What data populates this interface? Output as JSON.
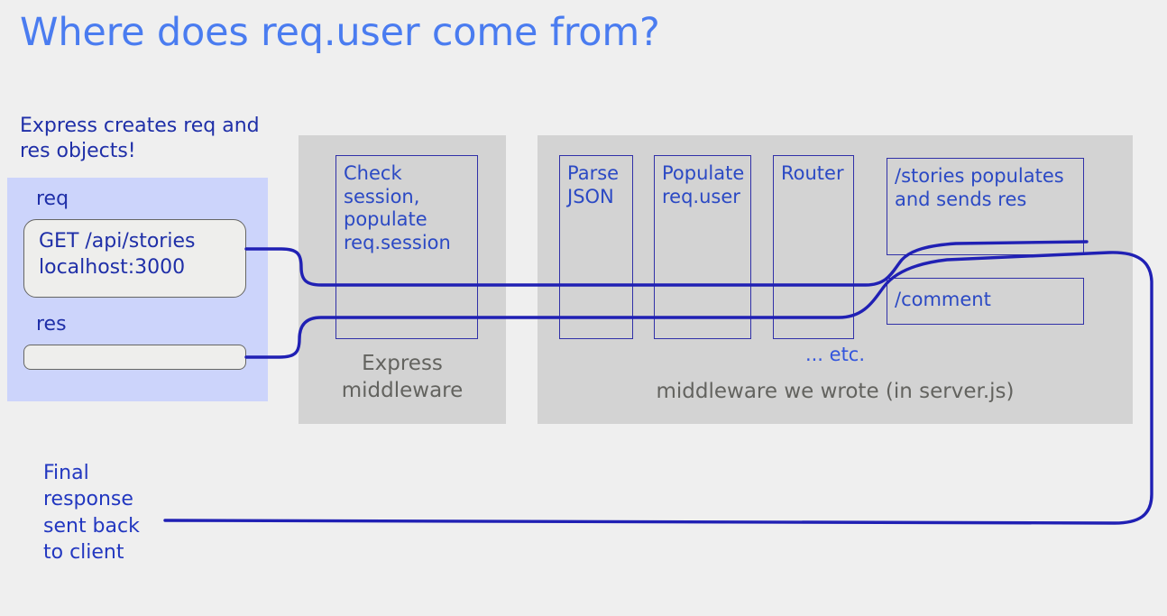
{
  "slide": {
    "title": "Where does req.user come from?",
    "background_color": "#efefef",
    "title_color": "#4a7cf0"
  },
  "left_panel": {
    "note": "Express creates req and res objects!",
    "req_label": "req",
    "req_value": "GET /api/stories\nlocalhost:3000",
    "res_label": "res",
    "res_value": "",
    "panel_color": "#ccd4fb"
  },
  "express_panel": {
    "caption": "Express\nmiddleware",
    "panel_color": "#d3d3d3",
    "boxes": [
      {
        "label": "Check session, populate req.session",
        "text": "Check\nsession,\npopulate\nreq.session"
      }
    ]
  },
  "our_panel": {
    "caption": "middleware we wrote (in server.js)",
    "etc": "... etc.",
    "panel_color": "#d3d3d3",
    "boxes": [
      {
        "label": "Parse JSON",
        "text": "Parse\nJSON"
      },
      {
        "label": "Populate req.user",
        "text": "Populate\nreq.user"
      },
      {
        "label": "Router",
        "text": "Router"
      },
      {
        "label": "/stories populates and sends res",
        "text": "/stories populates\nand sends res"
      },
      {
        "label": "/comment",
        "text": "/comment"
      }
    ]
  },
  "final_response": {
    "note": "Final\nresponse\nsent back\nto client",
    "line_color": "#2020b4"
  }
}
